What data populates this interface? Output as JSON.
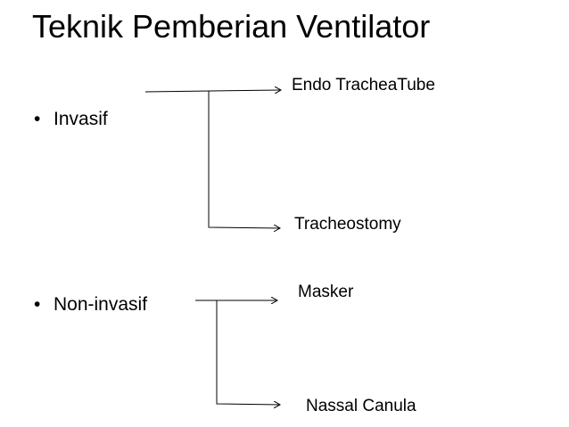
{
  "title": "Teknik Pemberian Ventilator",
  "bullet_symbol": "•",
  "groups": [
    {
      "label": "Invasif",
      "targets": [
        "Endo TracheaTube",
        "Tracheostomy"
      ]
    },
    {
      "label": "Non-invasif",
      "targets": [
        "Masker",
        "Nassal Canula"
      ]
    }
  ]
}
